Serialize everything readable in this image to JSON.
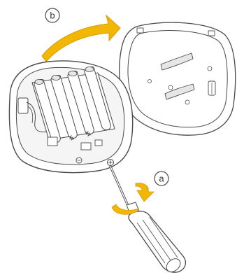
{
  "steps": {
    "a": {
      "label": "a"
    },
    "b": {
      "label": "b"
    }
  },
  "colors": {
    "arrow": "#f2b705",
    "arrow_edge": "#d99a00",
    "outline": "#4a4a4a",
    "body_fill": "#ffffff",
    "shade": "#e6e6e6",
    "screwdriver_handle": "#ffffff"
  },
  "icons": {
    "rotate_arrow": "curved-rotation-arrow",
    "lift_arrow": "curved-lift-arrow"
  }
}
